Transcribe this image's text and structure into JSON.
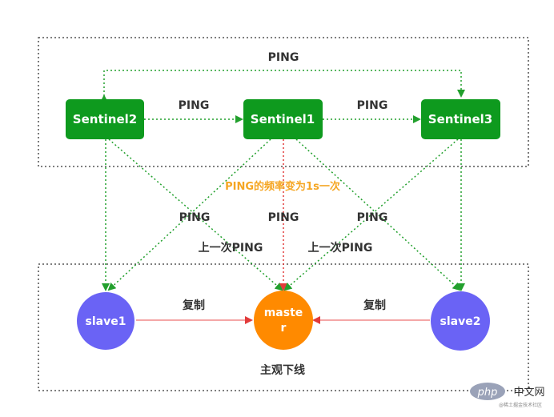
{
  "diagram": {
    "sentinels": {
      "left": "Sentinel2",
      "center": "Sentinel1",
      "right": "Sentinel3"
    },
    "nodes": {
      "slave_left": "slave1",
      "master_line1": "maste",
      "master_line2": "r",
      "slave_right": "slave2"
    },
    "labels": {
      "ping_top": "PING",
      "ping_left_pair": "PING",
      "ping_right_pair": "PING",
      "frequency_note": "PING的频率变为1s一次",
      "ping_down_left": "PING",
      "ping_down_center": "PING",
      "ping_down_right": "PING",
      "last_ping_left": "上一次PING",
      "last_ping_right": "上一次PING",
      "replicate_left": "复制",
      "replicate_right": "复制",
      "subjective_down": "主观下线"
    },
    "watermark": {
      "logo": "php",
      "site": "中文网",
      "caption": "@稀土掘金技术社区"
    },
    "colors": {
      "sentinel_fill": "#0e9a1e",
      "slave_fill": "#6a63f5",
      "master_fill": "#ff8a00",
      "green_line": "#22a02d",
      "red_line": "#e23a3a",
      "frequency_text": "#f5a623",
      "dotted_border": "#333333"
    }
  }
}
